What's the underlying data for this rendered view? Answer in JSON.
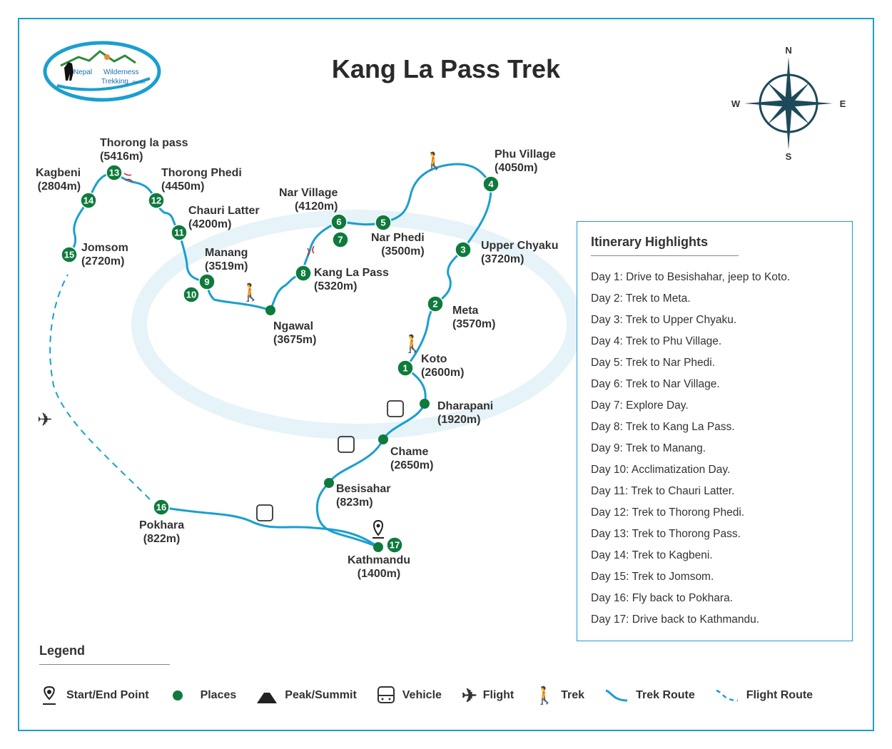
{
  "title": "Kang La Pass Trek",
  "logo": {
    "line1": "Nepal",
    "line2": "Wilderness",
    "line3": "Trekking",
    "suffix": "Pvt. Ltd."
  },
  "compass": {
    "n": "N",
    "s": "S",
    "e": "E",
    "w": "W"
  },
  "places": [
    {
      "num": "1",
      "name": "Koto",
      "alt": "(2600m)"
    },
    {
      "num": "2",
      "name": "Meta",
      "alt": "(3570m)"
    },
    {
      "num": "3",
      "name": "Upper Chyaku",
      "alt": "(3720m)"
    },
    {
      "num": "4",
      "name": "Phu Village",
      "alt": "(4050m)"
    },
    {
      "num": "5",
      "name": "Nar Phedi",
      "alt": "(3500m)"
    },
    {
      "num": "6",
      "name": "Nar Village",
      "alt": "(4120m)"
    },
    {
      "num": "7"
    },
    {
      "num": "8",
      "name": "Kang La Pass",
      "alt": "(5320m)"
    },
    {
      "num": "9",
      "name": "Manang",
      "alt": "(3519m)"
    },
    {
      "num": "10"
    },
    {
      "num": "11",
      "name": "Chauri Latter",
      "alt": "(4200m)"
    },
    {
      "num": "12",
      "name": "Thorong Phedi",
      "alt": "(4450m)"
    },
    {
      "num": "13",
      "name": "Thorong la pass",
      "alt": "(5416m)"
    },
    {
      "num": "14",
      "name": "Kagbeni",
      "alt": "(2804m)"
    },
    {
      "num": "15",
      "name": "Jomsom",
      "alt": "(2720m)"
    },
    {
      "num": "16",
      "name": "Pokhara",
      "alt": "(822m)"
    },
    {
      "num": "17",
      "name": "Kathmandu",
      "alt": "(1400m)"
    }
  ],
  "other_places": [
    {
      "name": "Ngawal",
      "alt": "(3675m)"
    },
    {
      "name": "Dharapani",
      "alt": "(1920m)"
    },
    {
      "name": "Chame",
      "alt": "(2650m)"
    },
    {
      "name": "Besisahar",
      "alt": "(823m)"
    }
  ],
  "itinerary": {
    "title": "Itinerary Highlights",
    "days": [
      "Day 1: Drive to Besishahar, jeep to Koto.",
      "Day 2: Trek to Meta.",
      "Day 3: Trek to Upper Chyaku.",
      "Day 4: Trek to Phu Village.",
      "Day 5: Trek to Nar Phedi.",
      "Day 6: Trek to Nar Village.",
      "Day 7: Explore Day.",
      "Day 8: Trek to Kang La Pass.",
      "Day 9: Trek to Manang.",
      "Day 10: Acclimatization Day.",
      "Day 11: Trek to Chauri Latter.",
      "Day 12: Trek to Thorong Phedi.",
      "Day 13: Trek to Thorong Pass.",
      "Day 14: Trek to Kagbeni.",
      "Day 15: Trek to Jomsom.",
      "Day 16: Fly back to Pokhara.",
      "Day 17: Drive back to Kathmandu."
    ]
  },
  "legend": {
    "title": "Legend",
    "items": [
      "Start/End Point",
      "Places",
      "Peak/Summit",
      "Vehicle",
      "Flight",
      "Trek",
      "Trek Route",
      "Flight Route"
    ]
  },
  "colors": {
    "route": "#1a9fd0",
    "place": "#0e7a3c",
    "frame": "#1a9fd0"
  }
}
